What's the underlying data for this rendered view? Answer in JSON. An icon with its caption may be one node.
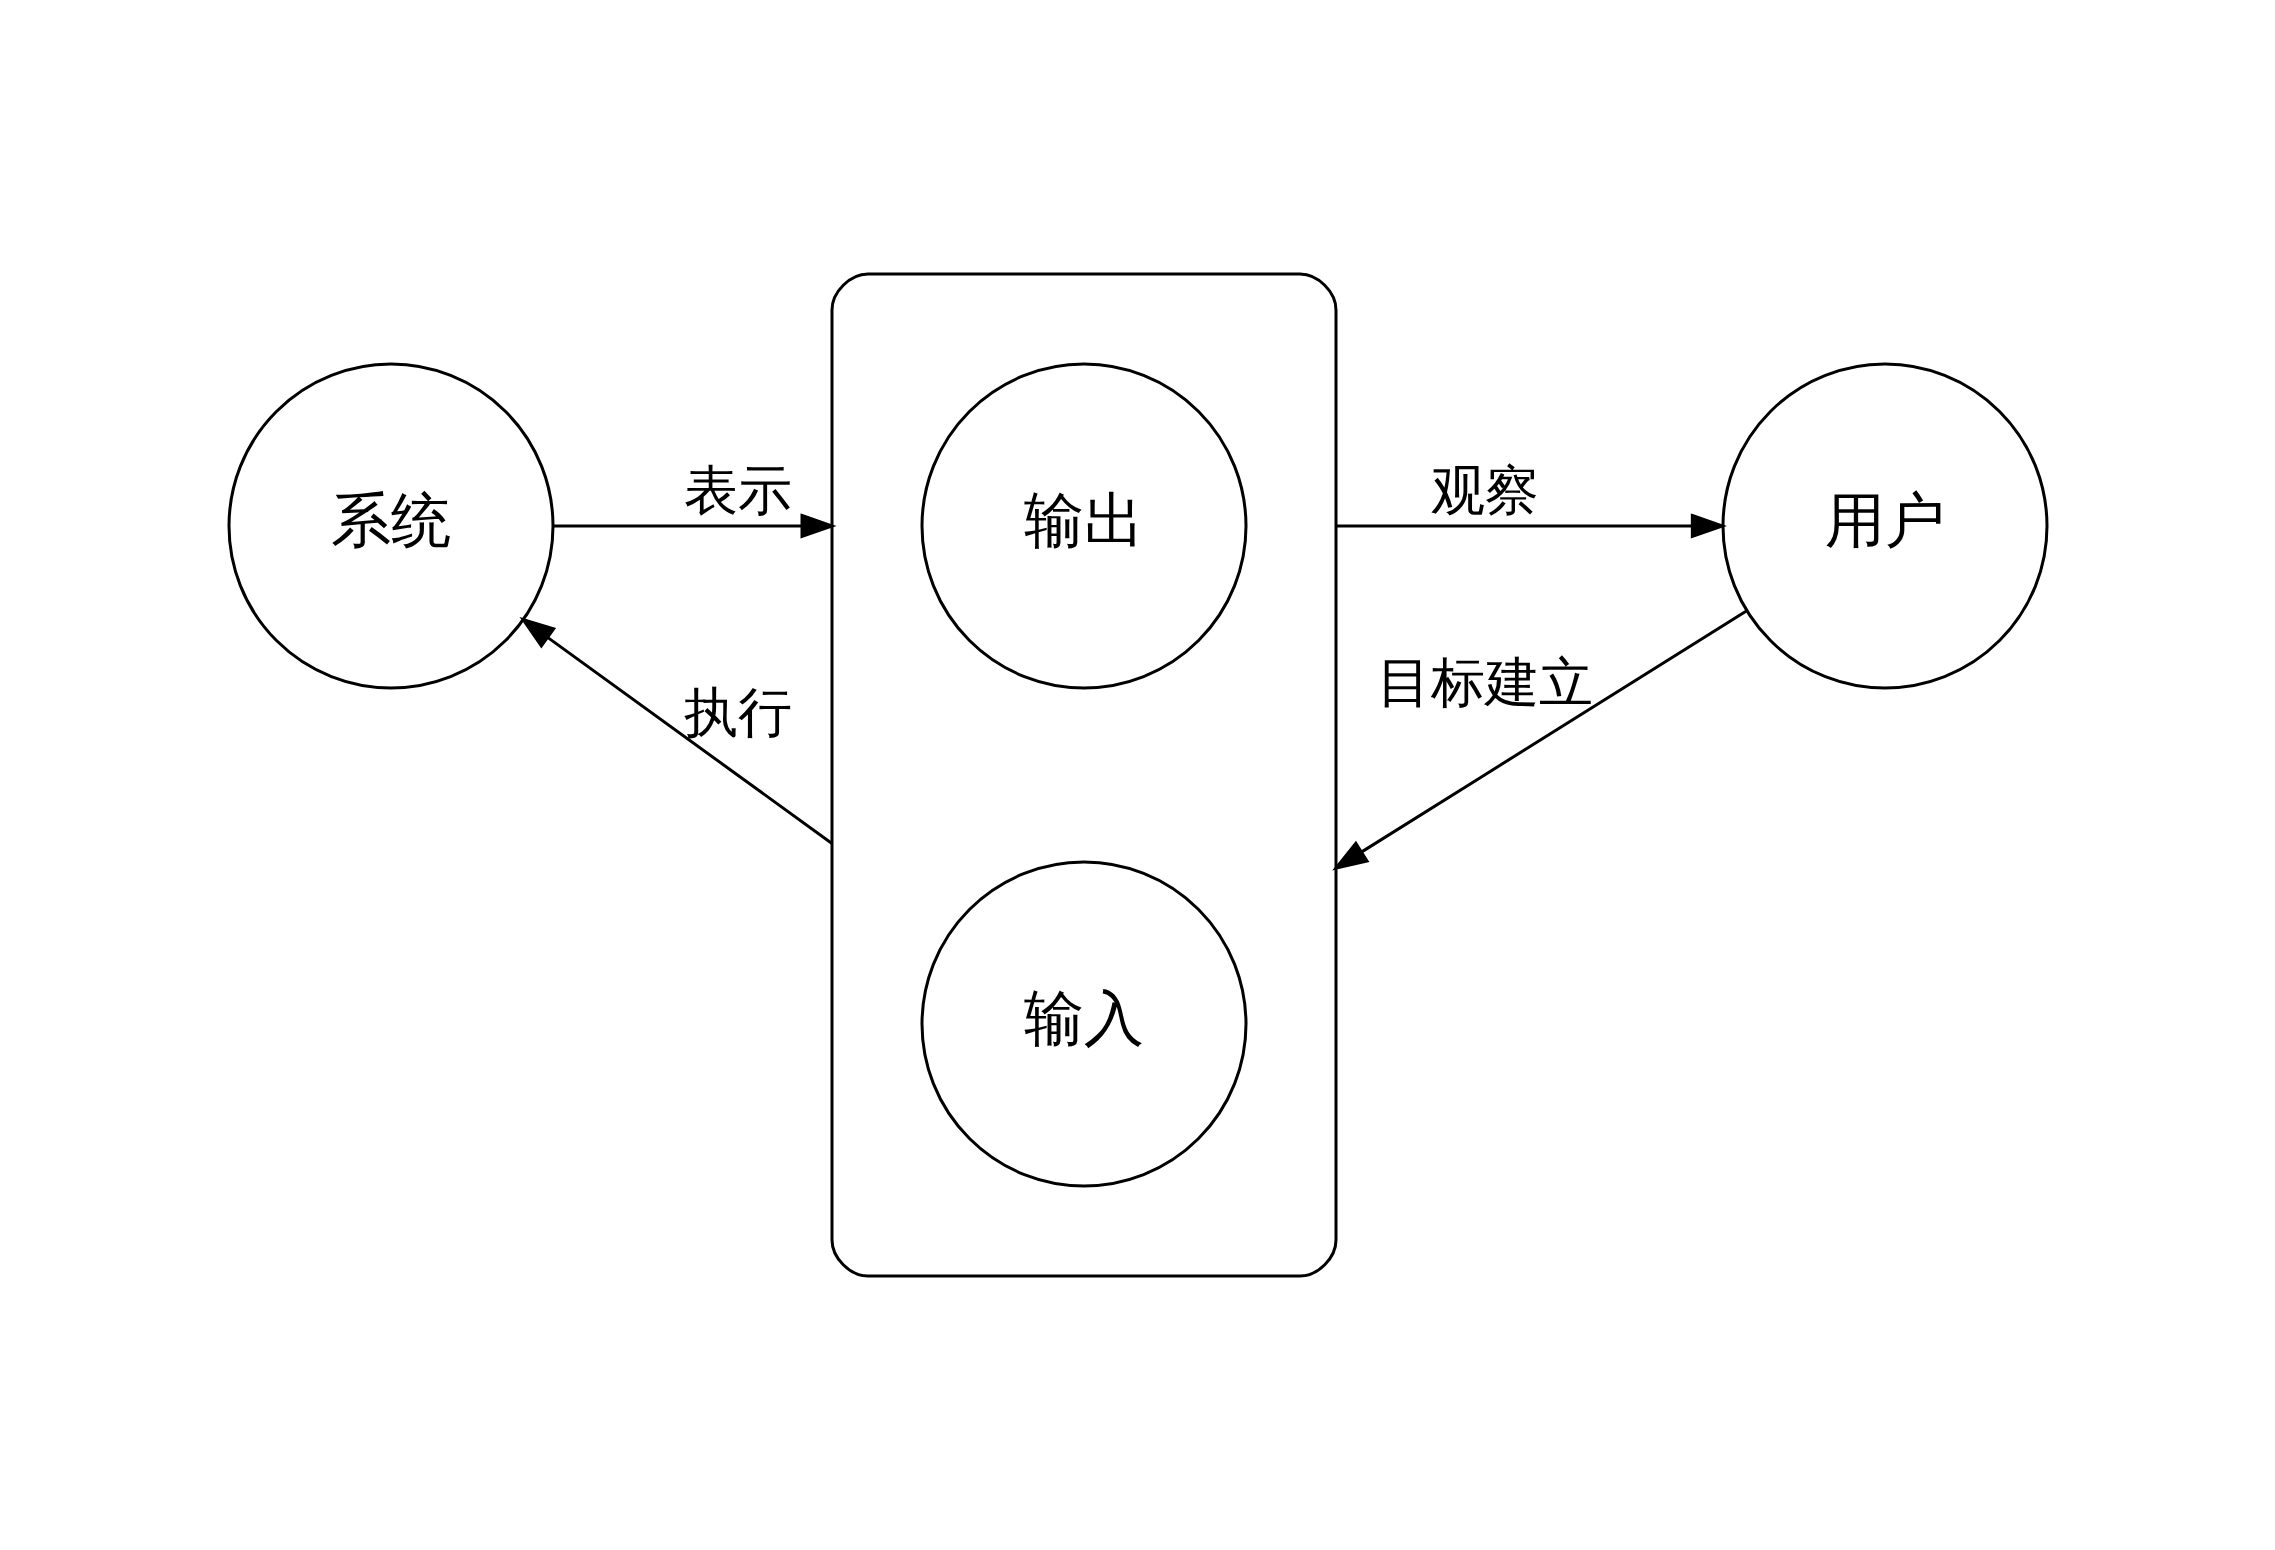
{
  "diagram": {
    "nodes": [
      {
        "text": [
          "系统"
        ]
      },
      {
        "text": [],
        "shape": "ellipse"
      },
      {
        "text": [
          "输出"
        ],
        "in": 1
      },
      {
        "text": [
          "输入"
        ],
        "in": 1
      },
      {
        "text": [
          "用户"
        ]
      }
    ],
    "edges": [
      {
        "from": 0,
        "to": 1,
        "arrow": "to",
        "label": "表示"
      },
      {
        "from": 1,
        "to": 4,
        "arrow": "to",
        "label": "观察"
      },
      {
        "from": 4,
        "to": 1,
        "arrow": "to",
        "label": "目标建立"
      },
      {
        "from": 1,
        "to": 0,
        "arrow": "to",
        "label": "执行"
      }
    ]
  }
}
